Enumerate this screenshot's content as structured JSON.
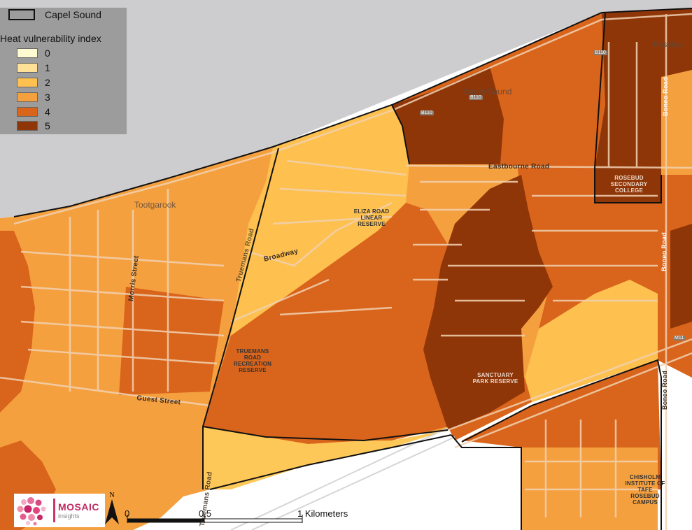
{
  "legend": {
    "boundary_label": "Capel Sound",
    "title": "Heat vulnerability index",
    "classes": [
      {
        "value": "0",
        "color": "#fffbd0"
      },
      {
        "value": "1",
        "color": "#fee096"
      },
      {
        "value": "2",
        "color": "#fec04f"
      },
      {
        "value": "3",
        "color": "#f5a03f"
      },
      {
        "value": "4",
        "color": "#d9641b"
      },
      {
        "value": "5",
        "color": "#8f3609"
      }
    ]
  },
  "roads": {
    "eastbourne": "Eastbourne Road",
    "broadway": "Broadway",
    "morris": "Morris Street",
    "guest": "Guest Street",
    "truemans_upper": "Truemans Road",
    "truemans_lower": "Truemans Road",
    "boneo_upper": "Boneo Road",
    "boneo_lower": "Boneo Road",
    "boneo_mid": "Boneo Road",
    "boneo_bottom": "Boneo Road"
  },
  "places": {
    "capel_sound": "Capel Sound",
    "tootgarook": "Tootgarook",
    "rosebud": "Rosebud"
  },
  "features": {
    "eliza": "ELIZA ROAD LINEAR RESERVE",
    "truemans_reserve": "TRUEMANS ROAD RECREATION RESERVE",
    "sanctuary": "SANCTUARY PARK RESERVE",
    "rosebud_college": "ROSEBUD SECONDARY COLLEGE",
    "chisholm": "CHISHOLM INSTITUTE OF TAFE ROSEBUD CAMPUS"
  },
  "shields": [
    "B110",
    "B110",
    "B110",
    "M11"
  ],
  "scale": {
    "zero": "0",
    "half": "0.5",
    "one": "1 Kilometers"
  },
  "north": "N",
  "logo": {
    "brand": "MOSAIC",
    "tagline": "insights"
  },
  "colors": {
    "water": "#cdcdcf",
    "boundary": "#111111",
    "roads": "#f1d2b2"
  }
}
